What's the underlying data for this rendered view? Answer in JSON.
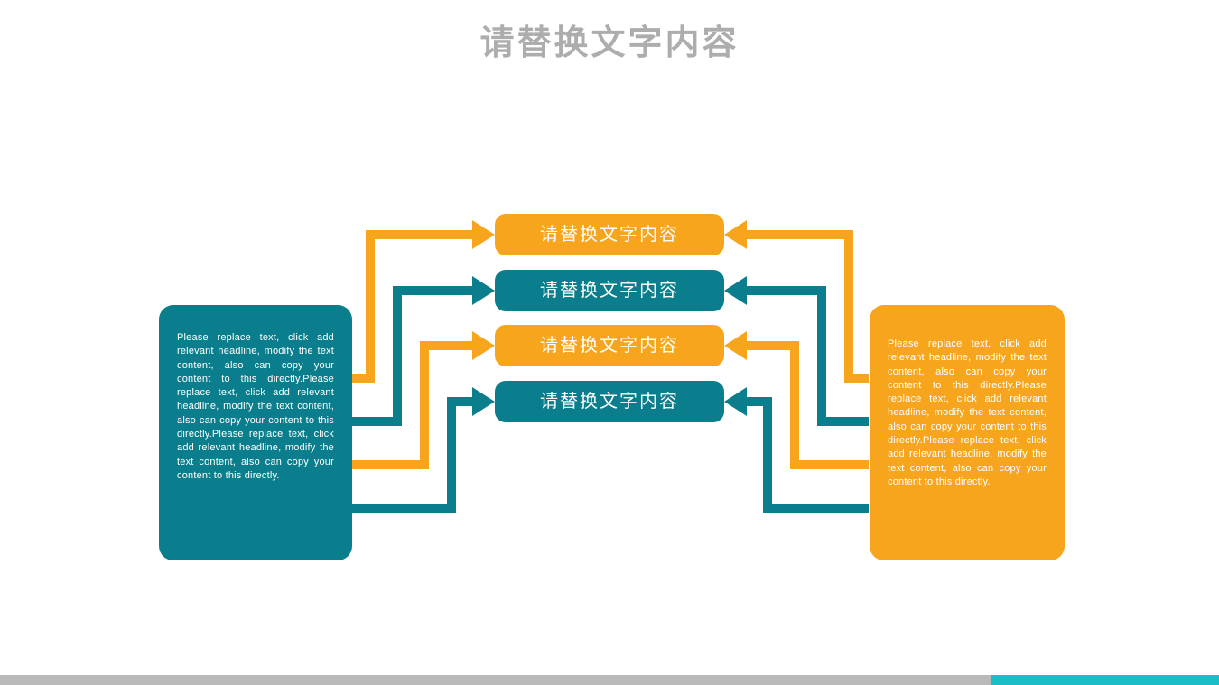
{
  "title": "请替换文字内容",
  "colors": {
    "teal": "#0A7E8C",
    "orange": "#F8A51E",
    "title_gray": "#ADADAD",
    "footer_gray": "#B9B9B9",
    "footer_cyan": "#1ABEC6",
    "text_white": "#FFFFFF"
  },
  "left_box": {
    "text": "Please replace text, click add relevant headline, modify the text content, also can copy your content to this directly.Please replace text, click add relevant headline, modify the text content, also can copy your content to this directly.Please replace text, click add relevant headline, modify the text content, also can copy your content to this directly."
  },
  "right_box": {
    "text": "Please replace text, click add relevant headline, modify the text content, also can copy your content to this directly.Please replace text, click add relevant headline, modify the text content, also can copy your content to this directly.Please replace text, click add relevant headline, modify the text content, also can copy your content to this directly."
  },
  "bars": [
    {
      "label": "请替换文字内容"
    },
    {
      "label": "请替换文字内容"
    },
    {
      "label": "请替换文字内容"
    },
    {
      "label": "请替换文字内容"
    }
  ]
}
